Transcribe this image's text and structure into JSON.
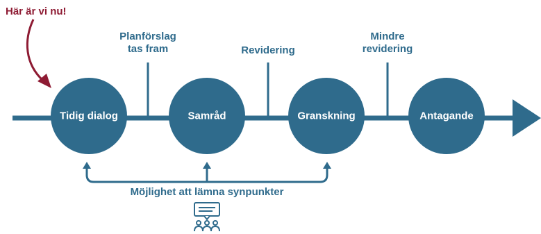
{
  "here_label": "Här är vi nu!",
  "circles": [
    {
      "label": "Tidig dialog"
    },
    {
      "label": "Samråd"
    },
    {
      "label": "Granskning"
    },
    {
      "label": "Antagande"
    }
  ],
  "connectors": [
    {
      "label": "Planförslag\ntas fram"
    },
    {
      "label": "Revidering"
    },
    {
      "label": "Mindre\nrevidering"
    }
  ],
  "bottom_label": "Möjlighet att lämna synpunkter",
  "colors": {
    "primary": "#2f6b8c",
    "accent": "#8e1b33",
    "text_on_primary": "#ffffff"
  },
  "icons": [
    "feedback-people-icon"
  ]
}
